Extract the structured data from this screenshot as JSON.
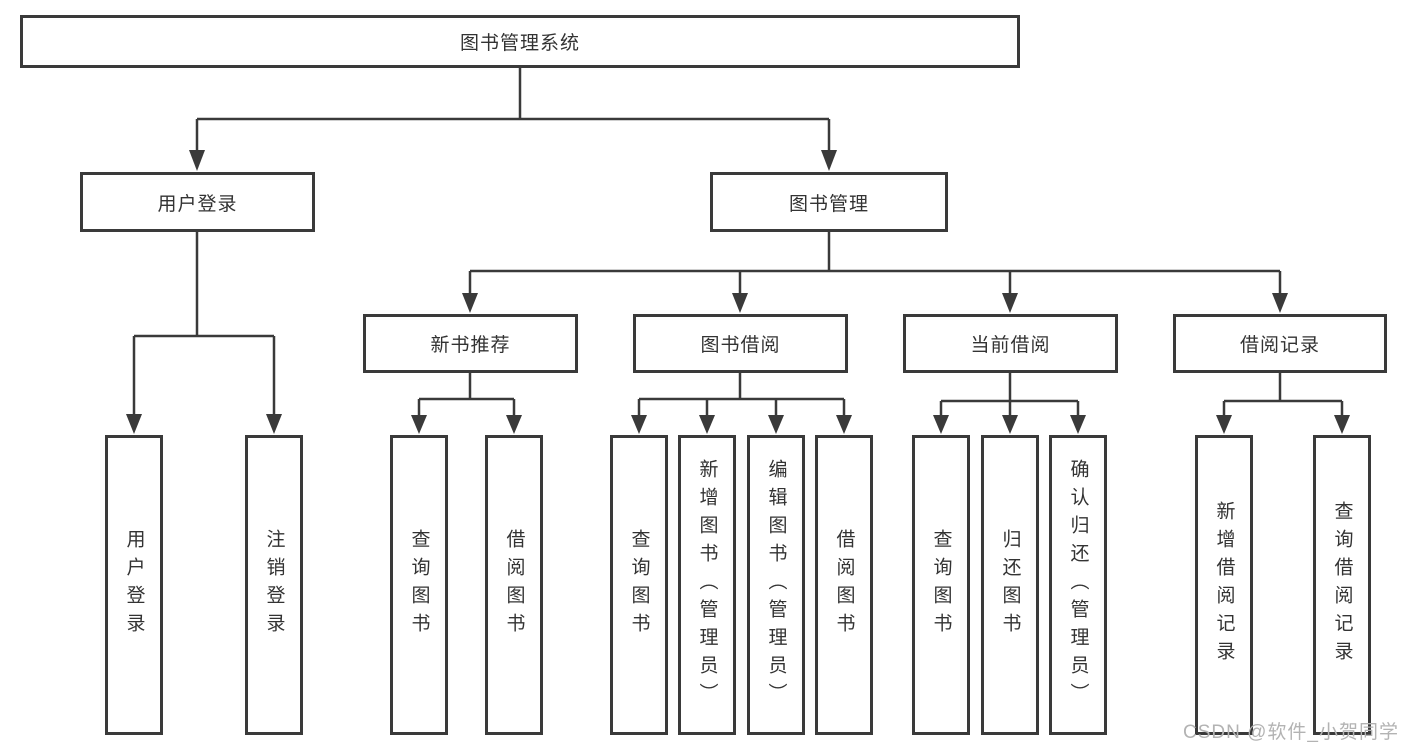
{
  "tree": {
    "root": {
      "label": "图书管理系统"
    },
    "user_login_branch": {
      "label": "用户登录",
      "children": [
        {
          "label": "用户登录"
        },
        {
          "label": "注销登录"
        }
      ]
    },
    "book_mgmt_branch": {
      "label": "图书管理",
      "children": [
        {
          "label": "新书推荐",
          "children": [
            {
              "label": "查询图书"
            },
            {
              "label": "借阅图书"
            }
          ]
        },
        {
          "label": "图书借阅",
          "children": [
            {
              "label": "查询图书"
            },
            {
              "label": "新增图书（管理员）"
            },
            {
              "label": "编辑图书（管理员）"
            },
            {
              "label": "借阅图书"
            }
          ]
        },
        {
          "label": "当前借阅",
          "children": [
            {
              "label": "查询图书"
            },
            {
              "label": "归还图书"
            },
            {
              "label": "确认归还（管理员）"
            }
          ]
        },
        {
          "label": "借阅记录",
          "children": [
            {
              "label": "新增借阅记录"
            },
            {
              "label": "查询借阅记录"
            }
          ]
        }
      ]
    }
  },
  "colors": {
    "line": "#3a3a3a",
    "text": "#333333",
    "watermark": "#b3b3b3"
  },
  "watermark": "CSDN @软件_小贺同学"
}
